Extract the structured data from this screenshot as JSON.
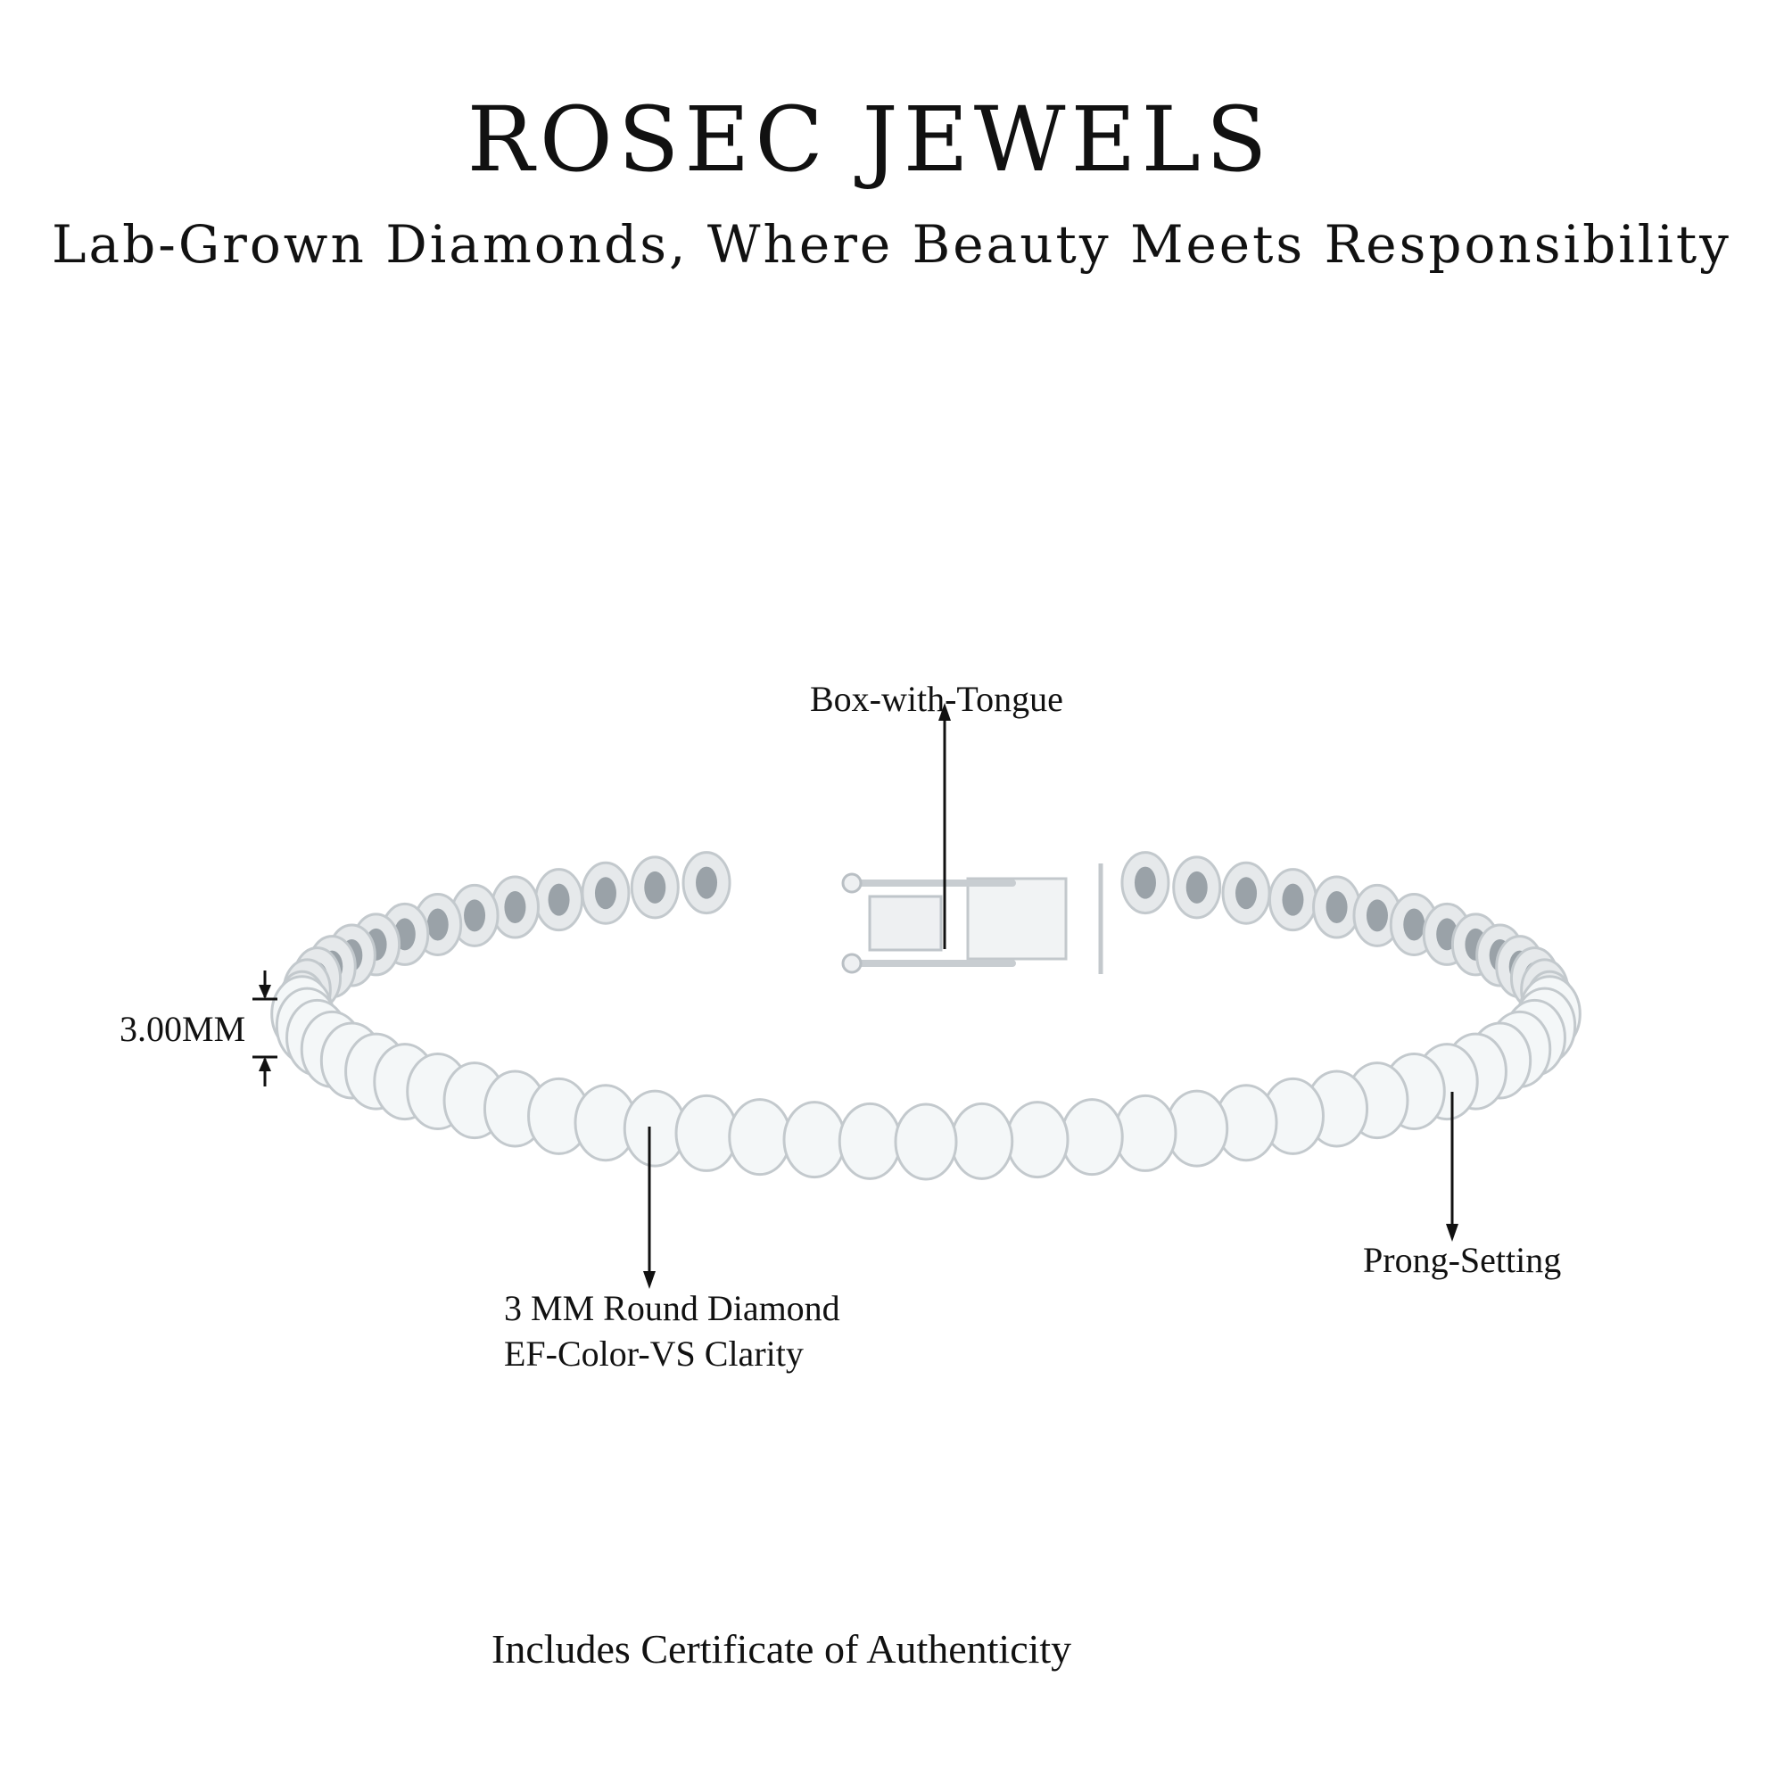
{
  "brand": {
    "title": "ROSEC JEWELS",
    "subtitle": "Lab-Grown Diamonds, Where Beauty Meets Responsibility"
  },
  "callouts": {
    "clasp": "Box-with-Tongue",
    "width": "3.00MM",
    "stone_line1": "3 MM Round Diamond",
    "stone_line2": "EF-Color-VS Clarity",
    "setting": "Prong-Setting"
  },
  "footer": "Includes Certificate of Authenticity",
  "colors": {
    "metal": "#dfe3e6",
    "stone": "#f4f7f8",
    "line": "#111111"
  }
}
